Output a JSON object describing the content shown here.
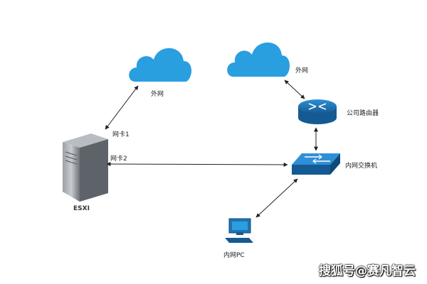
{
  "labels": {
    "wan_left": "外网",
    "wan_right": "外网",
    "nic1": "网卡1",
    "nic2": "网卡2",
    "esxi": "ESXI",
    "router": "公司路由器",
    "switch": "内网交换机",
    "pc": "内网PC"
  },
  "watermark": "搜狐号@赛凡智云",
  "colors": {
    "cloud": "#2a9fe0",
    "device": "#1e73b4",
    "line": "#222222",
    "server": "#7d8187"
  }
}
